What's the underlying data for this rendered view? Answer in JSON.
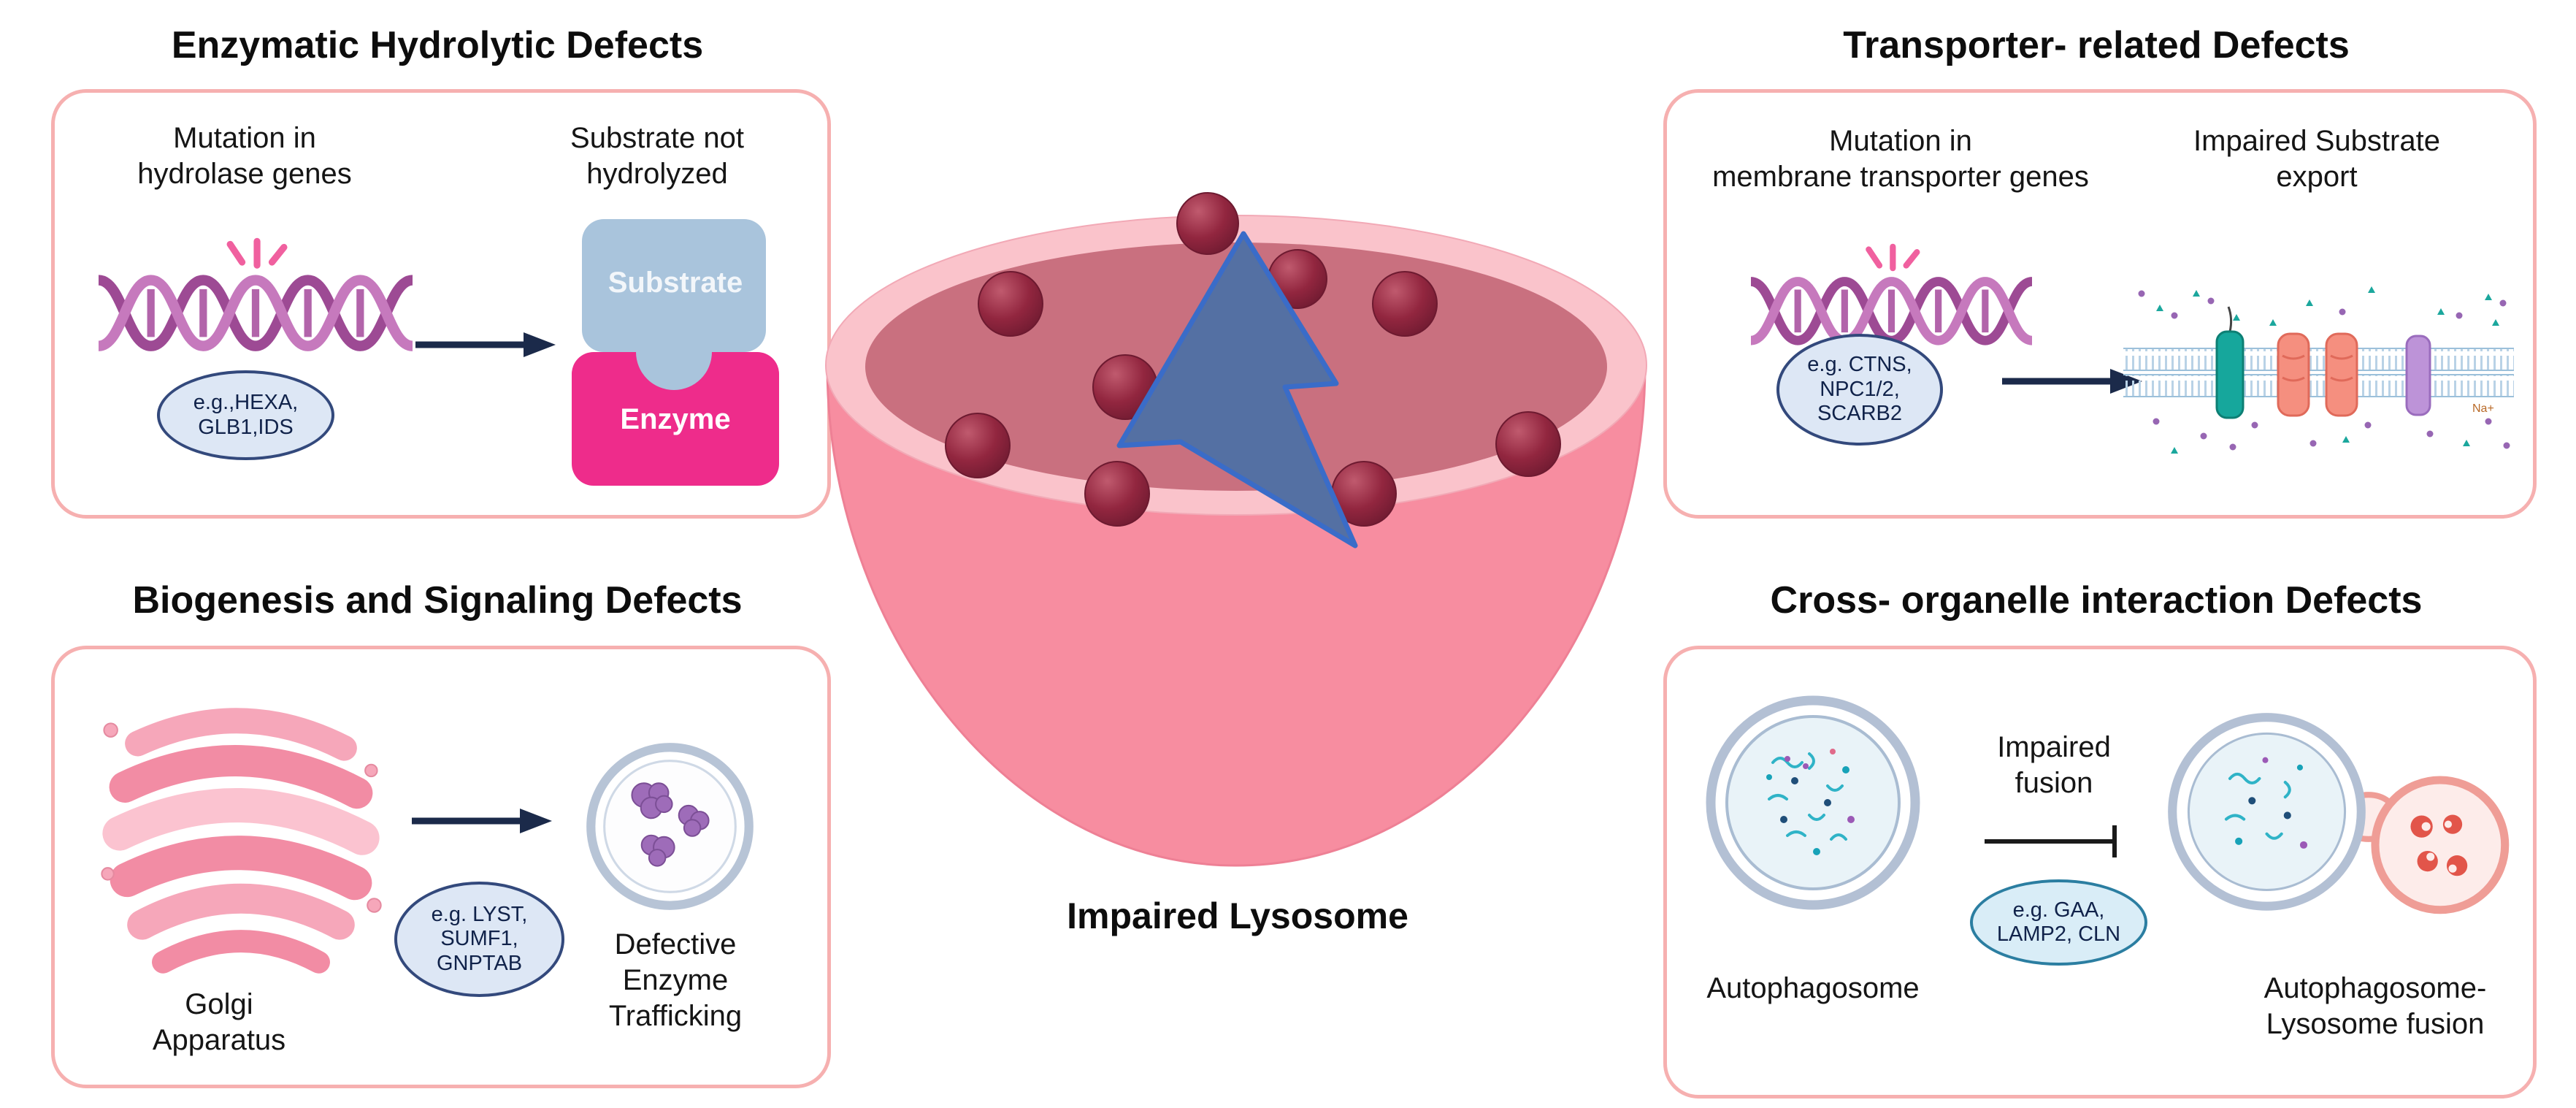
{
  "center": {
    "label": "Impaired Lysosome"
  },
  "panels": {
    "enzymatic": {
      "title": "Enzymatic Hydrolytic Defects",
      "mutation_caption": "Mutation in\nhydrolase genes",
      "genes": "e.g.,HEXA,\nGLB1,IDS",
      "result_caption": "Substrate not\nhydrolyzed",
      "substrate_label": "Substrate",
      "enzyme_label": "Enzyme"
    },
    "transporter": {
      "title": "Transporter- related Defects",
      "mutation_caption": "Mutation in\nmembrane transporter genes",
      "genes": "e.g. CTNS,\nNPC1/2,\nSCARB2",
      "result_caption": "Impaired Substrate\nexport",
      "na_label": "Na+"
    },
    "biogenesis": {
      "title": "Biogenesis and Signaling Defects",
      "golgi_label": "Golgi\nApparatus",
      "genes": "e.g. LYST,\nSUMF1,\nGNPTAB",
      "result_caption": "Defective\nEnzyme\nTrafficking"
    },
    "cross_organelle": {
      "title": "Cross- organelle interaction Defects",
      "autophagosome_label": "Autophagosome",
      "impaired_fusion_caption": "Impaired\nfusion",
      "genes": "e.g. GAA,\nLAMP2, CLN",
      "fusion_label": "Autophagosome-\nLysosome fusion"
    }
  },
  "colors": {
    "panel_border": "#f6b0b0",
    "dna_purple": "#9d4a94",
    "substrate_blue": "#a9c4dc",
    "enzyme_pink": "#ee2c8b",
    "lysosome_outer": "#f78da0",
    "lysosome_rim": "#fac3cb",
    "lysosome_interior": "#c9707f",
    "granule_maroon": "#8e2640",
    "bolt_blue": "#5470a3",
    "arrow_navy": "#1b2a4a"
  }
}
